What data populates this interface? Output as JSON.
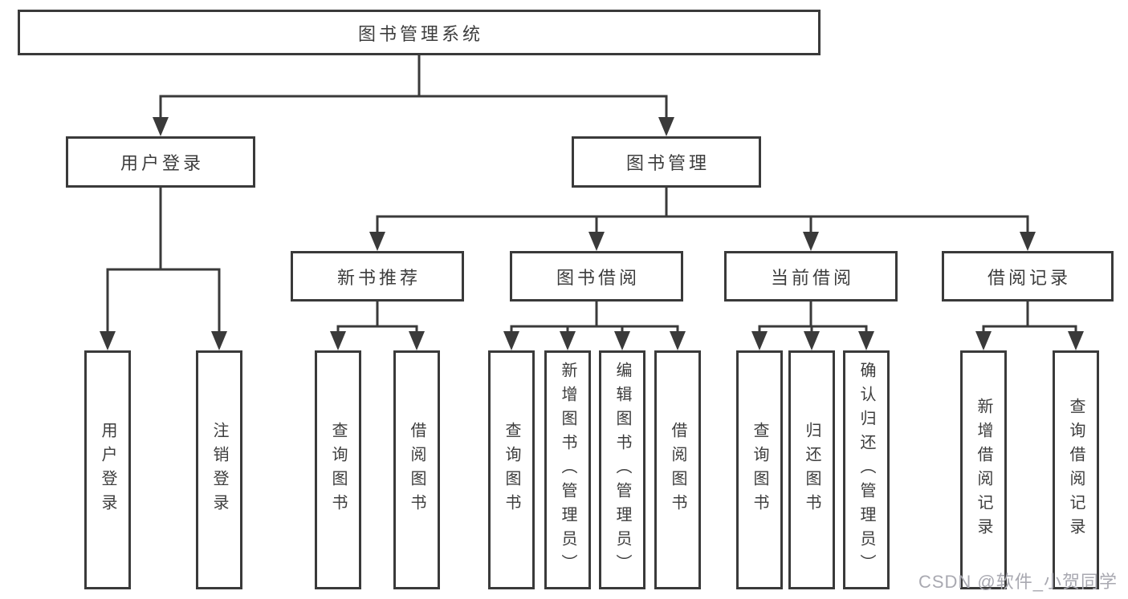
{
  "nodes": {
    "root": {
      "label": "图书管理系统"
    },
    "user_login": {
      "label": "用户登录"
    },
    "book_management": {
      "label": "图书管理"
    },
    "login": {
      "label": "用户登录"
    },
    "logout": {
      "label": "注销登录"
    },
    "new_book_recommend": {
      "label": "新书推荐"
    },
    "book_borrowing": {
      "label": "图书借阅"
    },
    "current_borrowing": {
      "label": "当前借阅"
    },
    "borrowing_records": {
      "label": "借阅记录"
    },
    "nbr_query_books": {
      "label": "查询图书"
    },
    "nbr_borrow_books": {
      "label": "借阅图书"
    },
    "bb_query_books": {
      "label": "查询图书"
    },
    "bb_add_books": {
      "label": "新增图书（管理员）"
    },
    "bb_edit_books": {
      "label": "编辑图书（管理员）"
    },
    "bb_borrow_books": {
      "label": "借阅图书"
    },
    "cb_query_books": {
      "label": "查询图书"
    },
    "cb_return_books": {
      "label": "归还图书"
    },
    "cb_confirm_return": {
      "label": "确认归还（管理员）"
    },
    "br_add_record": {
      "label": "新增借阅记录"
    },
    "br_query_record": {
      "label": "查询借阅记录"
    }
  },
  "watermark": "CSDN @软件_小贺同学",
  "colors": {
    "line": "#3a3a3a",
    "text": "#3d3d3d",
    "watermark": "#a9a9b1",
    "background": "#ffffff"
  }
}
